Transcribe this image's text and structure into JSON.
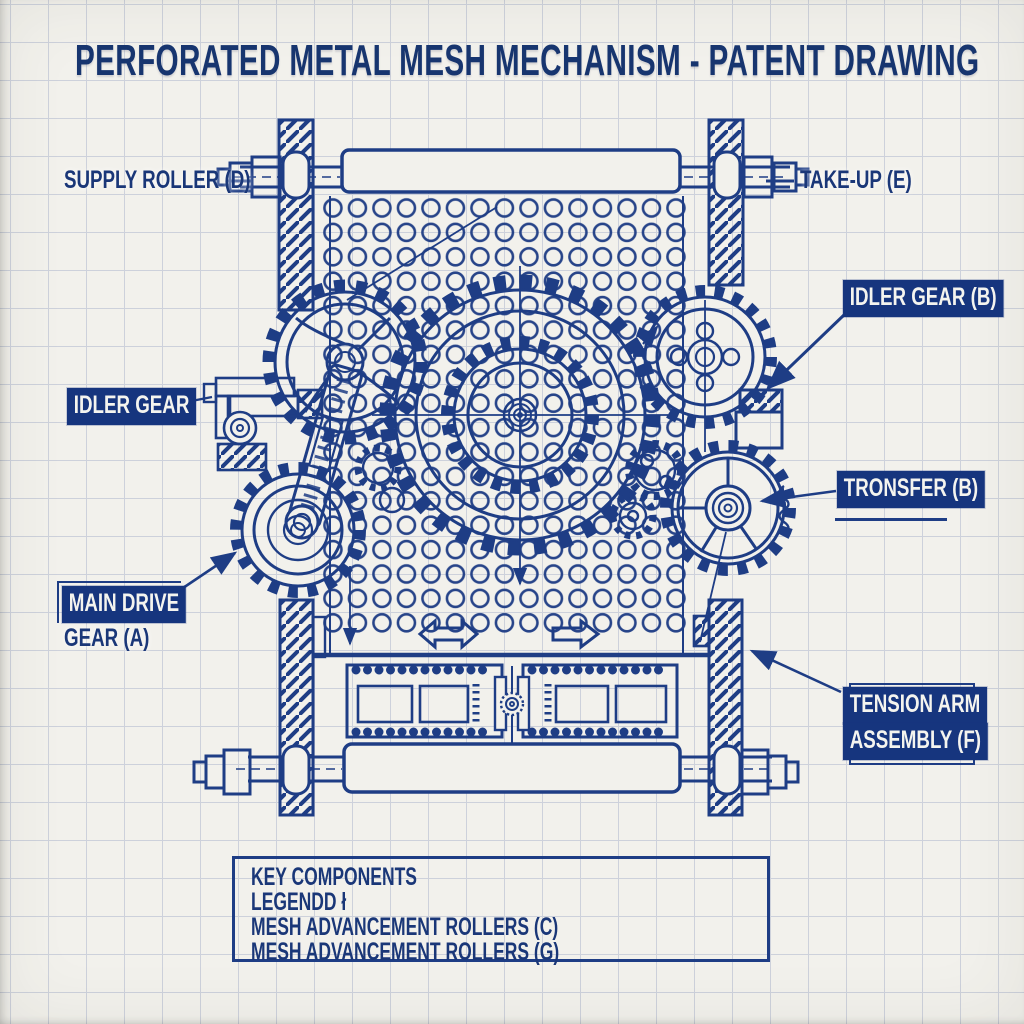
{
  "title": "PERFORATED METAL MESH MECHANISM - PATENT DRAWING",
  "colors": {
    "ink": "#1e3d85",
    "paper": "#f2f1ec",
    "grid": "#cdd1db",
    "label_box_bg": "#16357e",
    "label_box_text": "#f4f4ef"
  },
  "labels": {
    "supply_roller": "SUPPLY ROLLER (D)",
    "take_up": "TAKE-UP (E)",
    "idler_gear_b": "IDLER GEAR (B)",
    "idler_gear": "IDLER GEAR",
    "transfer_b": "TRONSFER (B)",
    "main_drive_line1": "MAIN DRIVE",
    "main_drive_line2": "GEAR (A)",
    "tension_line1": "TENSION ARM",
    "tension_line2": "ASSEMBLY (F)"
  },
  "legend": {
    "lines": [
      "KEY COMPONENTS",
      "LEGENDD ł",
      "MESH ADVANCEMENT ROLLERS (C)",
      "MESH ADVANCEMENT ROLLERS (G)"
    ]
  }
}
